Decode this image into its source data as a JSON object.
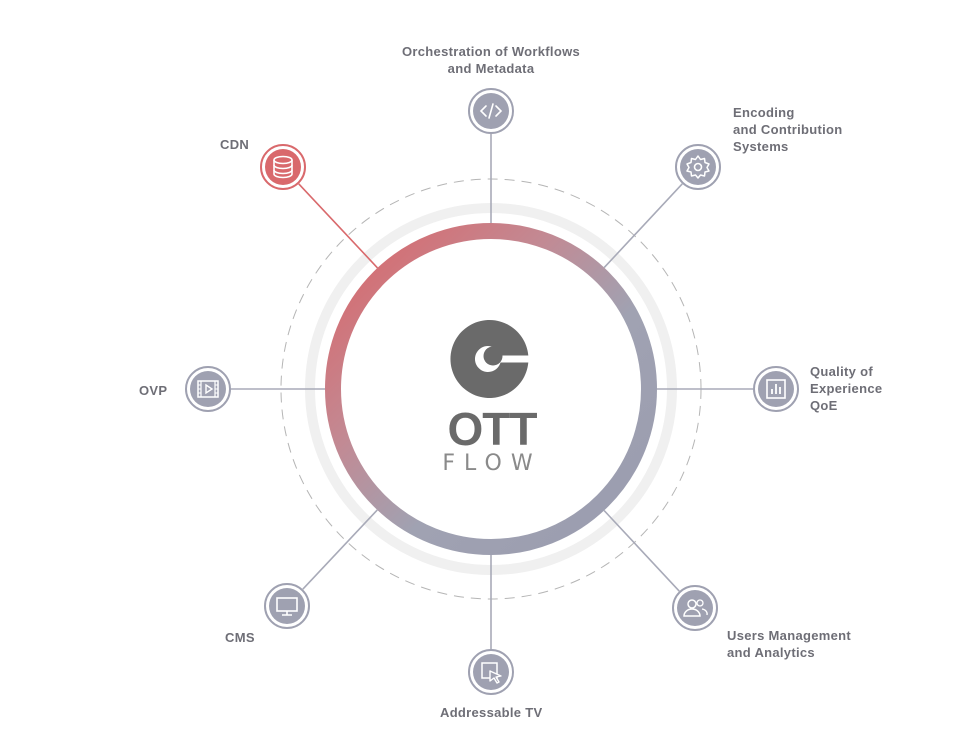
{
  "logo": {
    "word_top": "OTT",
    "word_bottom": "FLOW"
  },
  "colors": {
    "accent": "#d9696c",
    "node": "#9fa1b1",
    "line": "#a8aab8",
    "ring_gray": "#f0f0f0",
    "logo": "#6a6a6a",
    "text": "#6e6e76"
  },
  "nodes": [
    {
      "id": "cdn",
      "lines": [
        "CDN"
      ],
      "icon": "database-icon",
      "active": true
    },
    {
      "id": "orchestration",
      "lines": [
        "Orchestration of Workflows",
        "and Metadata"
      ],
      "icon": "code-icon",
      "active": false
    },
    {
      "id": "encoding",
      "lines": [
        "Encoding",
        "and Contribution",
        "Systems"
      ],
      "icon": "gear-icon",
      "active": false
    },
    {
      "id": "qoe",
      "lines": [
        "Quality of",
        "Experience",
        "QoE"
      ],
      "icon": "bar-chart-icon",
      "active": false
    },
    {
      "id": "users",
      "lines": [
        "Users Management",
        "and Analytics"
      ],
      "icon": "users-icon",
      "active": false
    },
    {
      "id": "addressable",
      "lines": [
        "Addressable TV"
      ],
      "icon": "cursor-icon",
      "active": false
    },
    {
      "id": "cms",
      "lines": [
        "CMS"
      ],
      "icon": "monitor-icon",
      "active": false
    },
    {
      "id": "ovp",
      "lines": [
        "OVP"
      ],
      "icon": "video-icon",
      "active": false
    }
  ]
}
